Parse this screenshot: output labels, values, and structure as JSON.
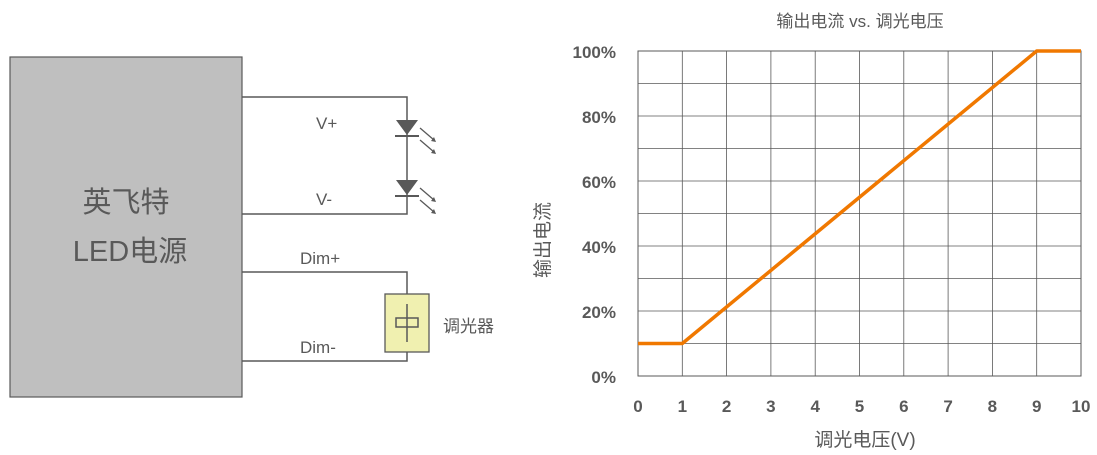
{
  "diagram": {
    "power_supply_label_line1": "英飞特",
    "power_supply_label_line2": "LED电源",
    "v_plus_label": "V+",
    "v_minus_label": "V-",
    "dim_plus_label": "Dim+",
    "dim_minus_label": "Dim-",
    "dimmer_label": "调光器"
  },
  "chart_data": {
    "type": "line",
    "title": "输出电流  vs. 调光电压",
    "xlabel": "调光电压(V)",
    "ylabel": "输出电流",
    "xlim": [
      0,
      10
    ],
    "ylim": [
      0,
      100
    ],
    "x_ticks": [
      "0",
      "1",
      "2",
      "3",
      "4",
      "5",
      "6",
      "7",
      "8",
      "9",
      "10"
    ],
    "y_ticks": [
      "0%",
      "20%",
      "40%",
      "60%",
      "80%",
      "100%"
    ],
    "grid": true,
    "series": [
      {
        "x": [
          0,
          1,
          9,
          10
        ],
        "y": [
          10,
          10,
          100,
          100
        ]
      }
    ],
    "colors": {
      "line": "#f07800",
      "grid": "#595959",
      "box": "#bfbfbf",
      "dimmer_fill": "#f0f0b0"
    }
  }
}
